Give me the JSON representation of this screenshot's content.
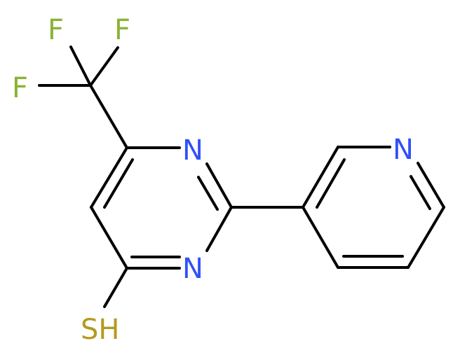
{
  "molecule": {
    "atoms": {
      "f1": "F",
      "f2": "F",
      "f3": "F",
      "n1": "N",
      "n2": "N",
      "n3": "N",
      "sh": "SH"
    },
    "colors": {
      "bond": "#000000",
      "fluorine": "#8ab336",
      "nitrogen": "#3050f8",
      "sulfur": "#b39a20"
    }
  }
}
